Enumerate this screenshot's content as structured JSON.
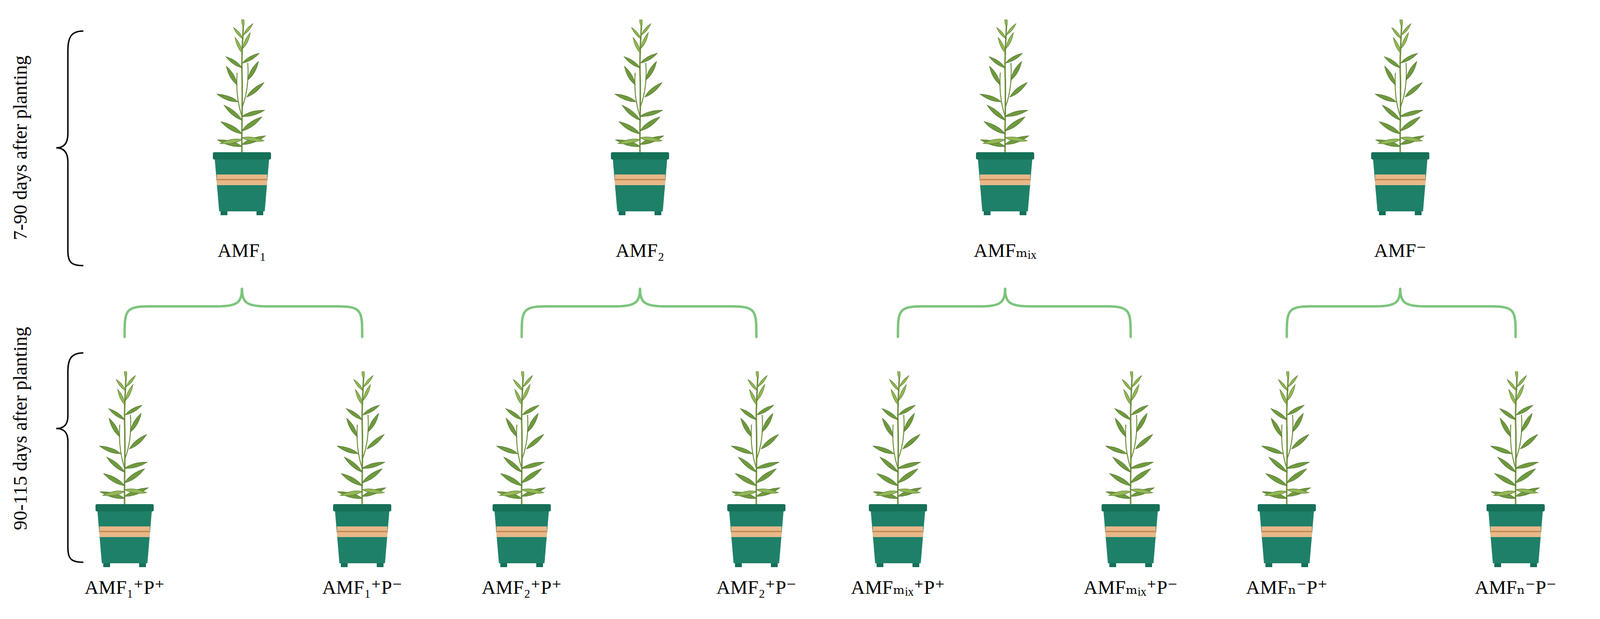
{
  "diagram": {
    "nodes": [
      {
        "text": [
          "AMF₁"
        ]
      },
      {
        "text": [
          "AMF₂"
        ]
      },
      {
        "text": [
          "AMFₘᵢₓ"
        ]
      },
      {
        "text": [
          "AMF⁻"
        ]
      },
      {
        "text": [
          "AMF₁⁺P⁺"
        ]
      },
      {
        "text": [
          "AMF₁⁺P⁻"
        ]
      },
      {
        "text": [
          "AMF₂⁺P⁺"
        ]
      },
      {
        "text": [
          "AMF₂⁺P⁻"
        ]
      },
      {
        "text": [
          "AMFₘᵢₓ⁺P⁺"
        ]
      },
      {
        "text": [
          "AMFₘᵢₓ⁺P⁻"
        ]
      },
      {
        "text": [
          "AMFₙ⁻P⁺"
        ]
      },
      {
        "text": [
          "AMFₙ⁻P⁻"
        ]
      }
    ],
    "edges": [
      {
        "from": 0,
        "to": 4,
        "arrow": "none"
      },
      {
        "from": 0,
        "to": 5,
        "arrow": "none"
      },
      {
        "from": 1,
        "to": 6,
        "arrow": "none"
      },
      {
        "from": 1,
        "to": 7,
        "arrow": "none"
      },
      {
        "from": 2,
        "to": 8,
        "arrow": "none"
      },
      {
        "from": 2,
        "to": 9,
        "arrow": "none"
      },
      {
        "from": 3,
        "to": 10,
        "arrow": "none"
      },
      {
        "from": 3,
        "to": 11,
        "arrow": "none"
      }
    ],
    "labels": [
      "7-90 days after planting",
      "90-115 days after planting"
    ]
  }
}
